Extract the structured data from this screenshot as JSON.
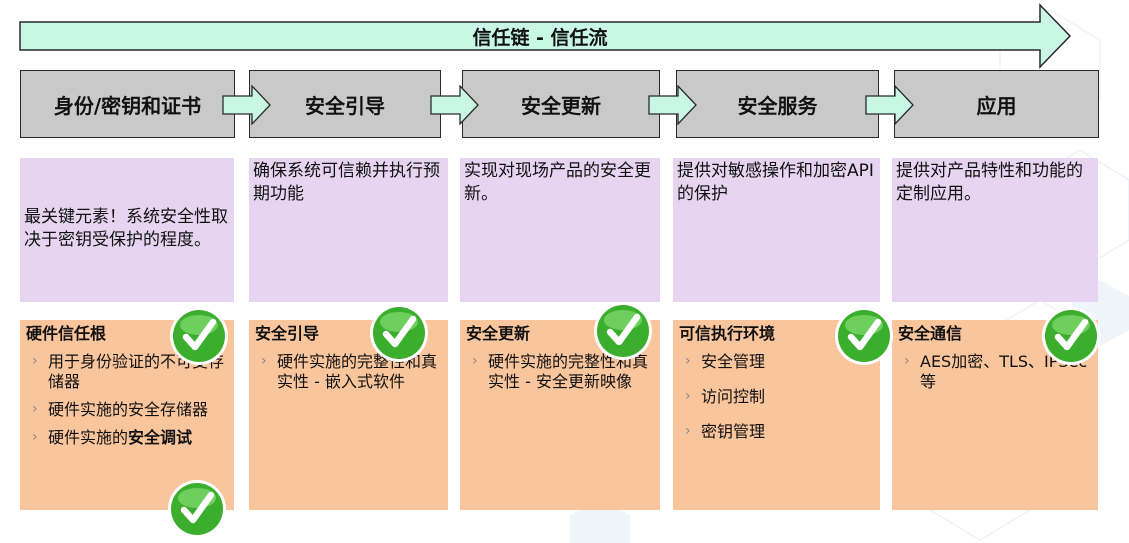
{
  "header": {
    "arrow_label": "信任链 - 信任流"
  },
  "stages": [
    {
      "label": "身份/密钥和证书"
    },
    {
      "label": "安全引导"
    },
    {
      "label": "安全更新"
    },
    {
      "label": "安全服务"
    },
    {
      "label": "应用"
    }
  ],
  "descriptions": [
    {
      "text": "最关键元素！系统安全性取决于密钥受保护的程度。"
    },
    {
      "text": "确保系统可信赖并执行预期功能"
    },
    {
      "text": "实现对现场产品的安全更新。"
    },
    {
      "text": "提供对敏感操作和加密API的保护"
    },
    {
      "text": "提供对产品特性和功能的定制应用。"
    }
  ],
  "features": [
    {
      "title": "硬件信任根",
      "items": [
        "用于身份验证的不可变存储器",
        "硬件实施的安全存储器"
      ],
      "item3_prefix": "硬件实施的",
      "item3_bold": "安全调试"
    },
    {
      "title": "安全引导",
      "items": [
        "硬件实施的完整性和真实性 - 嵌入式软件"
      ]
    },
    {
      "title": "安全更新",
      "items": [
        "硬件实施的完整性和真实性 - 安全更新映像"
      ]
    },
    {
      "title": "可信执行环境",
      "items": [
        "安全管理",
        "访问控制",
        "密钥管理"
      ]
    },
    {
      "title": "安全通信",
      "items": [
        "AES加密、TLS、IPSec等"
      ]
    }
  ],
  "colors": {
    "arrow_fill": "#c8f7e6",
    "stage_fill": "#c9c9c9",
    "desc_fill": "#e7d4f0",
    "feat_fill": "#f9c59c",
    "check_green": "#3cae2d"
  }
}
